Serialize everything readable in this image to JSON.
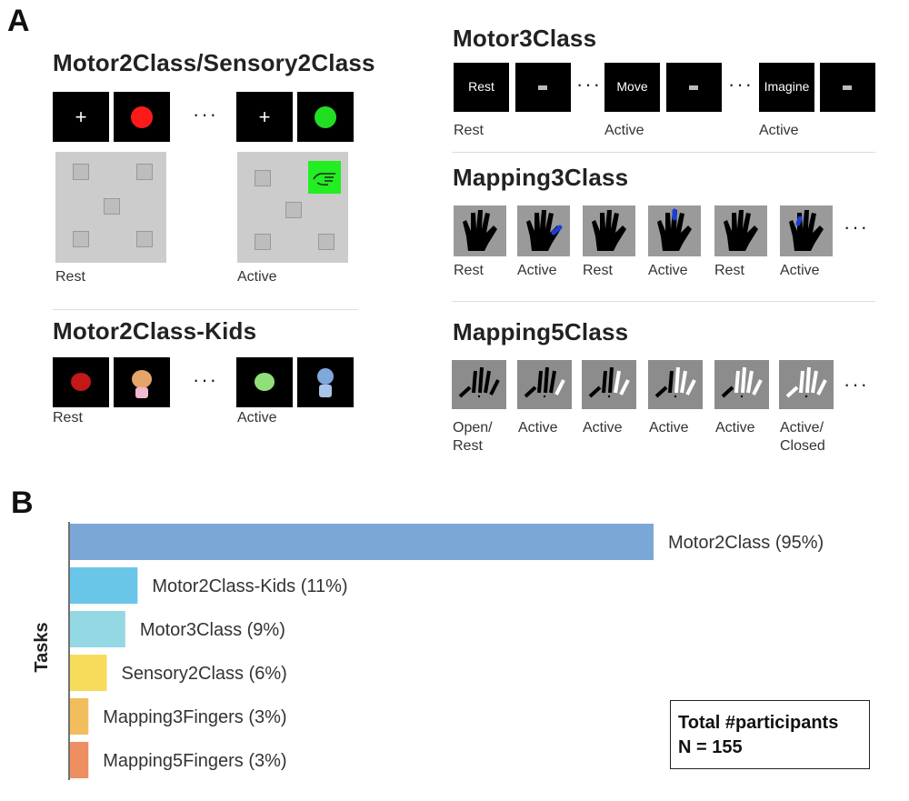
{
  "panels": {
    "a_label": "A",
    "b_label": "B"
  },
  "motor2class": {
    "title": "Motor2Class/Sensory2Class",
    "rest_label": "Rest",
    "active_label": "Active",
    "fixation_glyph": "+",
    "rest_color": "#ff1a1a",
    "active_color": "#22dd22",
    "dots": "···"
  },
  "motor2kids": {
    "title": "Motor2Class-Kids",
    "rest_label": "Rest",
    "active_label": "Active",
    "dots": "···"
  },
  "motor3class": {
    "title": "Motor3Class",
    "blocks": [
      "Rest",
      "Move",
      "Imagine"
    ],
    "labels": [
      "Rest",
      "Active",
      "Active"
    ],
    "dots": [
      "···",
      "···"
    ]
  },
  "mapping3class": {
    "title": "Mapping3Class",
    "labels": [
      "Rest",
      "Active",
      "Rest",
      "Active",
      "Rest",
      "Active"
    ],
    "dots": "···",
    "highlight_color": "#1a3fd6"
  },
  "mapping5class": {
    "title": "Mapping5Class",
    "labels": [
      "Open/\nRest",
      "Active",
      "Active",
      "Active",
      "Active",
      "Active/\nClosed"
    ],
    "dots": "···"
  },
  "chart_data": {
    "type": "bar",
    "orientation": "horizontal",
    "ylabel": "Tasks",
    "categories": [
      "Motor2Class",
      "Motor2Class-Kids",
      "Motor3Class",
      "Sensory2Class",
      "Mapping3Fingers",
      "Mapping5Fingers"
    ],
    "values": [
      95,
      11,
      9,
      6,
      3,
      3
    ],
    "labels": [
      "Motor2Class (95%)",
      "Motor2Class-Kids (11%)",
      "Motor3Class (9%)",
      "Sensory2Class (6%)",
      "Mapping3Fingers (3%)",
      "Mapping5Fingers (3%)"
    ],
    "colors": [
      "#7aa7d6",
      "#6ac6e8",
      "#93d8e2",
      "#f7dc5c",
      "#f2bd5d",
      "#ee8f62"
    ],
    "xlim": [
      0,
      95
    ],
    "annotation": {
      "line1": "Total #participants",
      "line2": "N = 155"
    }
  }
}
